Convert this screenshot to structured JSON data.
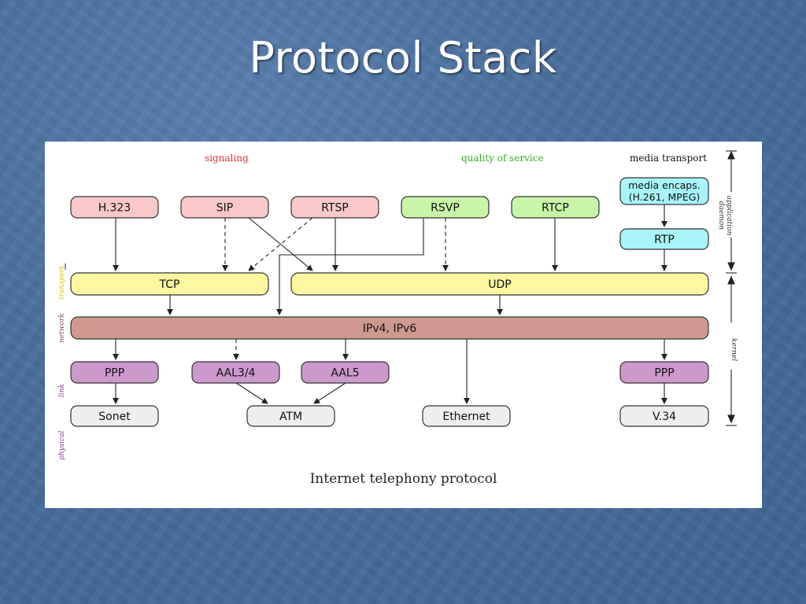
{
  "slide": {
    "title": "Protocol Stack"
  },
  "figure": {
    "caption": "Internet telephony protocol",
    "categories": {
      "signaling": {
        "label": "signaling",
        "color": "#e0303a"
      },
      "qos": {
        "label": "quality of service",
        "color": "#33aa22"
      },
      "media": {
        "label": "media transport",
        "color": "#111111"
      }
    },
    "side_labels_left": {
      "transport": {
        "label": "transport",
        "color": "#d8c400"
      },
      "network": {
        "label": "network",
        "color": "#8a4a4a"
      },
      "link": {
        "label": "link",
        "color": "#8a3a9a"
      },
      "physical": {
        "label": "physical",
        "color": "#8a3a9a"
      }
    },
    "side_labels_right": {
      "app": "application daemon",
      "kernel": "kernel"
    },
    "nodes": {
      "h323": "H.323",
      "sip": "SIP",
      "rtsp": "RTSP",
      "rsvp": "RSVP",
      "rtcp": "RTCP",
      "media_encaps_line1": "media encaps.",
      "media_encaps_line2": "(H.261, MPEG)",
      "rtp": "RTP",
      "tcp": "TCP",
      "udp": "UDP",
      "ip": "IPv4, IPv6",
      "ppp_left": "PPP",
      "aal34": "AAL3/4",
      "aal5": "AAL5",
      "ppp_right": "PPP",
      "sonet": "Sonet",
      "atm": "ATM",
      "ethernet": "Ethernet",
      "v34": "V.34"
    },
    "colors": {
      "signaling_fill": "#f9c8c8",
      "qos_fill": "#c8f5a8",
      "media_fill": "#a8f4f8",
      "transport_fill": "#fcf7a0",
      "network_fill": "#cf9990",
      "link_fill": "#cc99cc",
      "physical_fill": "#eeeeee",
      "slide_bg": "#4a6f9e"
    }
  }
}
